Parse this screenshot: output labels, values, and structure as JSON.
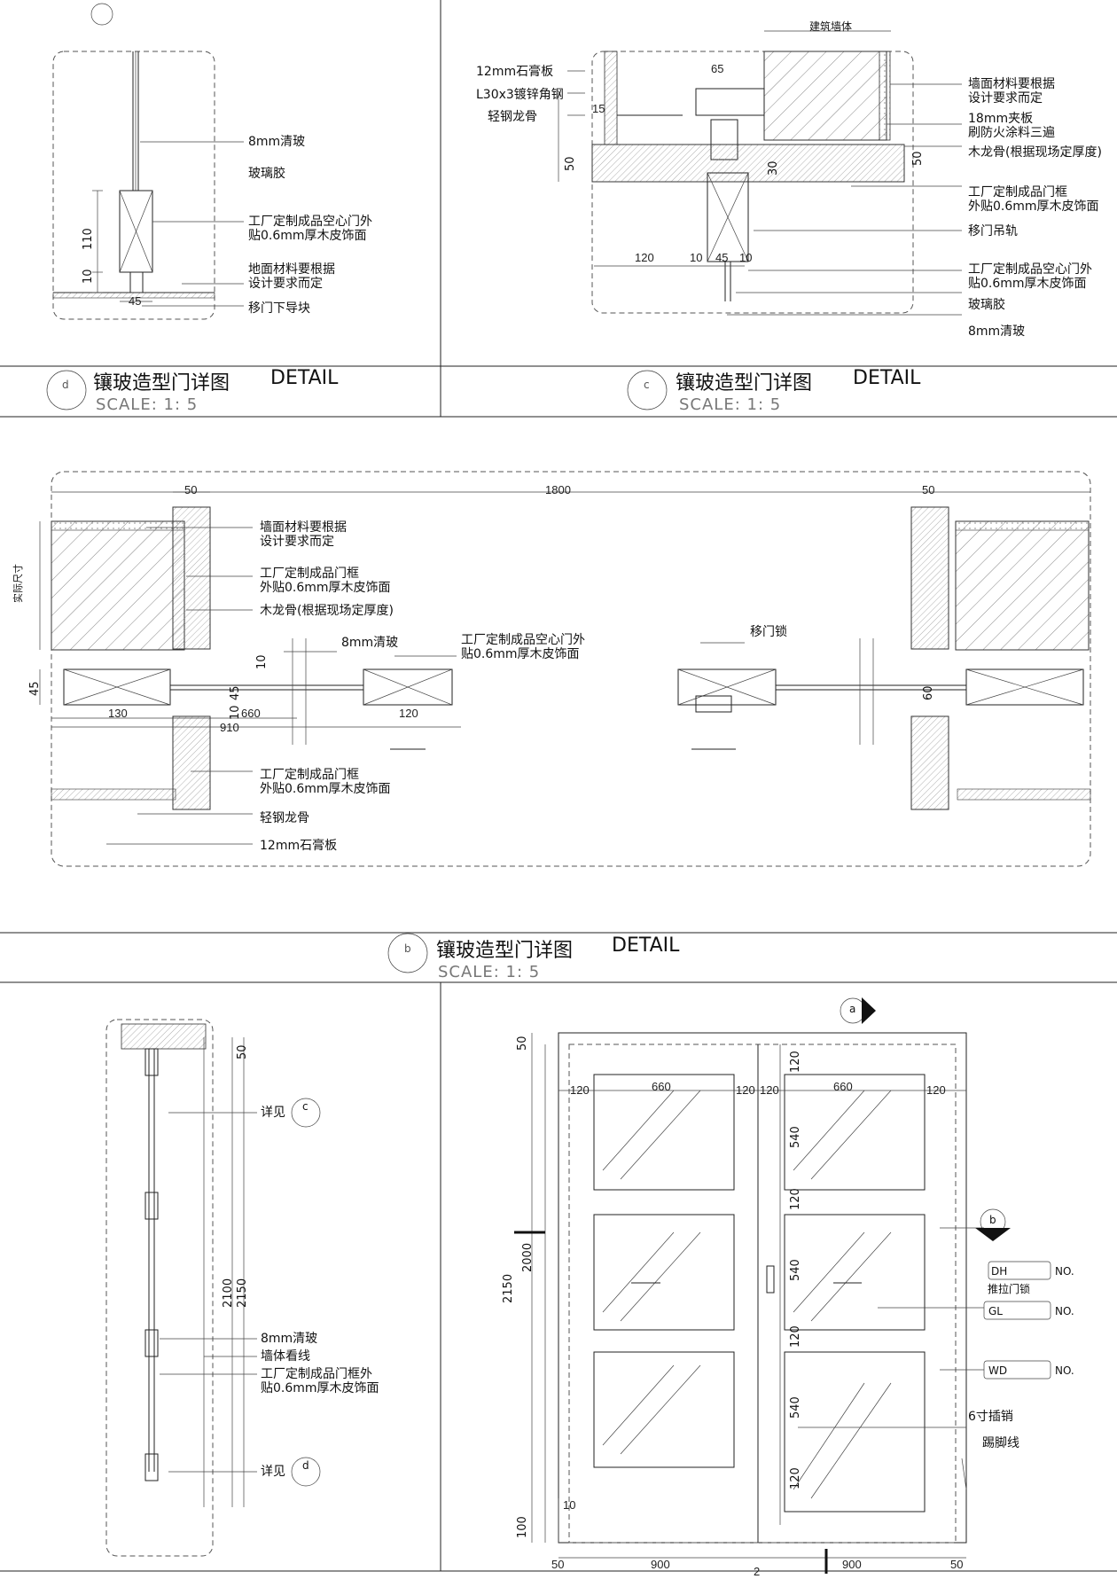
{
  "sheet": {
    "detail_d": {
      "labels": [
        "8mm清玻",
        "玻璃胶",
        "工厂定制成品空心门外",
        "贴0.6mm厚木皮饰面",
        "地面材料要根据",
        "设计要求而定",
        "移门下导块"
      ],
      "dims": [
        "110",
        "10",
        "45"
      ],
      "marker": "d",
      "title": "镶玻造型门详图",
      "title_en": "DETAIL",
      "scale": "SCALE: 1: 5"
    },
    "detail_c": {
      "header": "建筑墙体",
      "left_labels": [
        "12mm石膏板",
        "L30x3镀锌角钢",
        "轻钢龙骨"
      ],
      "right_labels": [
        "墙面材料要根据",
        "设计要求而定",
        "18mm夹板",
        "刷防火涂料三遍",
        "木龙骨(根据现场定厚度)",
        "工厂定制成品门框",
        "外贴0.6mm厚木皮饰面",
        "移门吊轨",
        "工厂定制成品空心门外",
        "贴0.6mm厚木皮饰面",
        "玻璃胶",
        "8mm清玻"
      ],
      "dims": [
        "65",
        "15",
        "50",
        "30",
        "50",
        "120",
        "10",
        "45",
        "10"
      ],
      "marker": "c",
      "title": "镶玻造型门详图",
      "title_en": "DETAIL",
      "scale": "SCALE: 1: 5"
    },
    "detail_b": {
      "dims": [
        "50",
        "1800",
        "50",
        "45",
        "130",
        "660",
        "120",
        "910",
        "10",
        "45",
        "10",
        "60"
      ],
      "side_label": "实际尺寸",
      "labels": [
        "墙面材料要根据",
        "设计要求而定",
        "工厂定制成品门框",
        "外贴0.6mm厚木皮饰面",
        "木龙骨(根据现场定厚度)",
        "8mm清玻",
        "工厂定制成品空心门外",
        "贴0.6mm厚木皮饰面",
        "工厂定制成品门框",
        "外贴0.6mm厚木皮饰面",
        "轻钢龙骨",
        "12mm石膏板",
        "移门锁"
      ],
      "marker": "b",
      "title": "镶玻造型门详图",
      "title_en": "DETAIL",
      "scale": "SCALE: 1: 5"
    },
    "section": {
      "labels": [
        "详见",
        "8mm清玻",
        "墙体看线",
        "工厂定制成品门框外",
        "贴0.6mm厚木皮饰面",
        "详见"
      ],
      "refs": [
        "c",
        "d"
      ],
      "dims": [
        "50",
        "2100",
        "2150"
      ]
    },
    "elevation": {
      "markers": [
        "a",
        "b"
      ],
      "dims_top": [
        "120",
        "660",
        "120",
        "120",
        "660",
        "120"
      ],
      "dims_right_col": [
        "120",
        "540",
        "120",
        "540",
        "120",
        "540",
        "120"
      ],
      "dims_left": [
        "50",
        "2150",
        "2000",
        "100",
        "10"
      ],
      "dims_bottom": [
        "50",
        "900",
        "2",
        "900",
        "50"
      ],
      "tags": [
        {
          "code": "DH",
          "suffix": "NO.",
          "desc": "推拉门锁"
        },
        {
          "code": "GL",
          "suffix": "NO.",
          "desc": ""
        },
        {
          "code": "WD",
          "suffix": "NO.",
          "desc": ""
        }
      ],
      "labels": [
        "6寸插销",
        "踢脚线"
      ]
    }
  }
}
